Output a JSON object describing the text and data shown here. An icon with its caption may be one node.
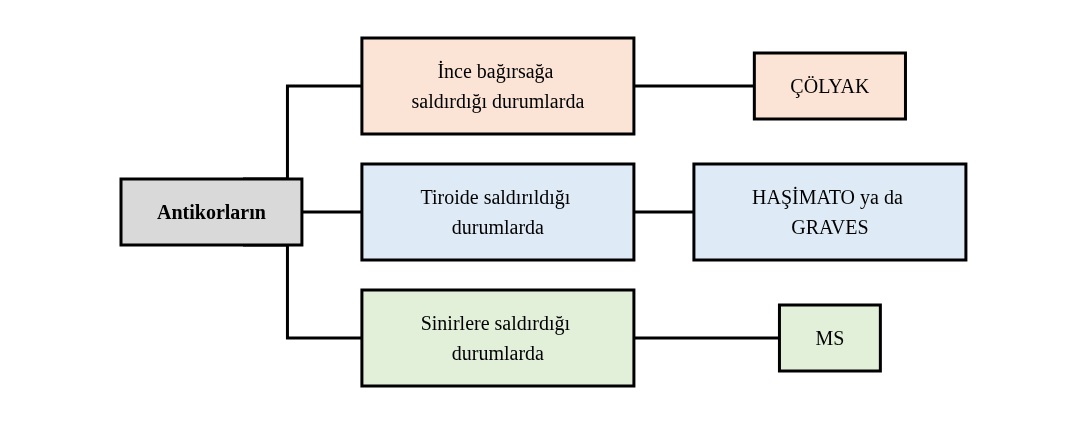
{
  "diagram": {
    "nodes": [
      {
        "text": [
          "Antikorların"
        ]
      },
      {
        "text": [
          "İnce bağırsağa saldırdığı durumlarda"
        ]
      },
      {
        "text": [
          "Tiroide saldırıldığı durumlarda"
        ]
      },
      {
        "text": [
          "Sinirlere saldırdığı durumlarda"
        ]
      },
      {
        "text": [
          "ÇÖLYAK"
        ]
      },
      {
        "text": [
          "HAŞİMATO ya da GRAVES"
        ]
      },
      {
        "text": [
          "MS"
        ]
      }
    ],
    "edges": [
      {
        "from": 0,
        "to": 1,
        "arrow": "none"
      },
      {
        "from": 0,
        "to": 2,
        "arrow": "none"
      },
      {
        "from": 0,
        "to": 3,
        "arrow": "none"
      },
      {
        "from": 1,
        "to": 4,
        "arrow": "none"
      },
      {
        "from": 2,
        "to": 5,
        "arrow": "none"
      },
      {
        "from": 3,
        "to": 6,
        "arrow": "none"
      }
    ]
  }
}
